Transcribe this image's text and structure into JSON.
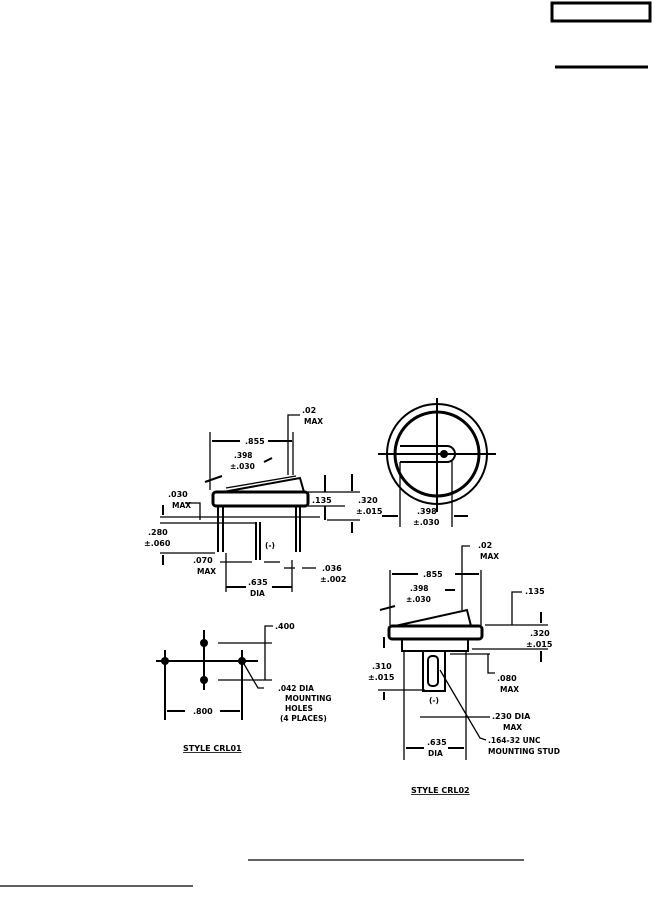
{
  "crl01_side": {
    "top_clear": ".02",
    "top_clear2": "MAX",
    "width": ".855",
    "dome1": ".398",
    "dome2": "±.030",
    "flange1": ".030",
    "flange2": "MAX",
    "flange_th": ".135",
    "height1": ".320",
    "height2": "±.015",
    "lead1": ".280",
    "lead2": "±.060",
    "polarity": "(-)",
    "gap1": ".070",
    "gap2": "MAX",
    "pin1": ".036",
    "pin2": "±.002",
    "dia1": ".635",
    "dia2": "DIA"
  },
  "top_view": {
    "dim1": ".398",
    "dim2": "±.030"
  },
  "crl01_mount": {
    "vert": ".400",
    "horiz": ".800",
    "hole1": ".042 DIA",
    "hole2": "MOUNTING",
    "hole3": "HOLES",
    "hole4": "(4 PLACES)",
    "style": "STYLE CRL01"
  },
  "crl02": {
    "top_clear": ".02",
    "top_clear2": "MAX",
    "width": ".855",
    "dome1": ".398",
    "dome2": "±.030",
    "flange_th": ".135",
    "height1": ".320",
    "height2": "±.015",
    "stud1": ".310",
    "stud2": "±.015",
    "gap1": ".080",
    "gap2": "MAX",
    "polarity": "(-)",
    "studdia1": ".230 DIA",
    "studdia2": "MAX",
    "dia1": ".635",
    "dia2": "DIA",
    "thread1": ".164-32 UNC",
    "thread2": "MOUNTING STUD",
    "style": "STYLE CRL02"
  }
}
